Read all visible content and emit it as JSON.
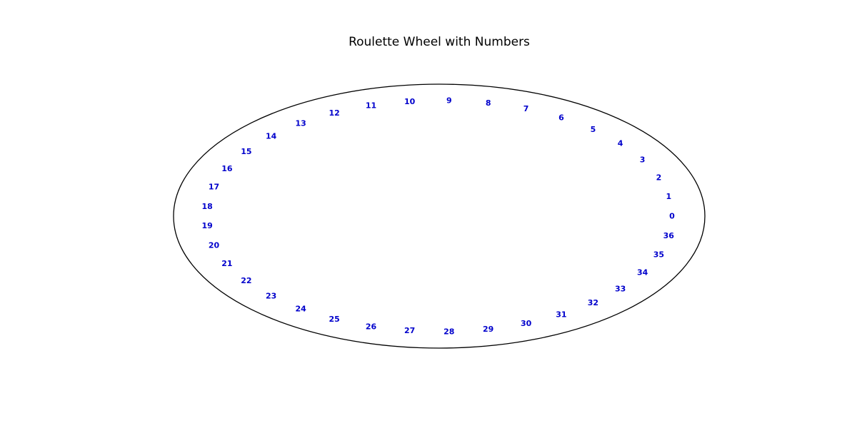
{
  "title": "Roulette Wheel with Numbers",
  "colors": {
    "wheel_outline": "#000000",
    "numbers": "#0000cc",
    "background": "#ffffff"
  },
  "wheel": {
    "numbers": [
      "0",
      "1",
      "2",
      "3",
      "4",
      "5",
      "6",
      "7",
      "8",
      "9",
      "10",
      "11",
      "12",
      "13",
      "14",
      "15",
      "16",
      "17",
      "18",
      "19",
      "20",
      "21",
      "22",
      "23",
      "24",
      "25",
      "26",
      "27",
      "28",
      "29",
      "30",
      "31",
      "32",
      "33",
      "34",
      "35",
      "36"
    ]
  }
}
